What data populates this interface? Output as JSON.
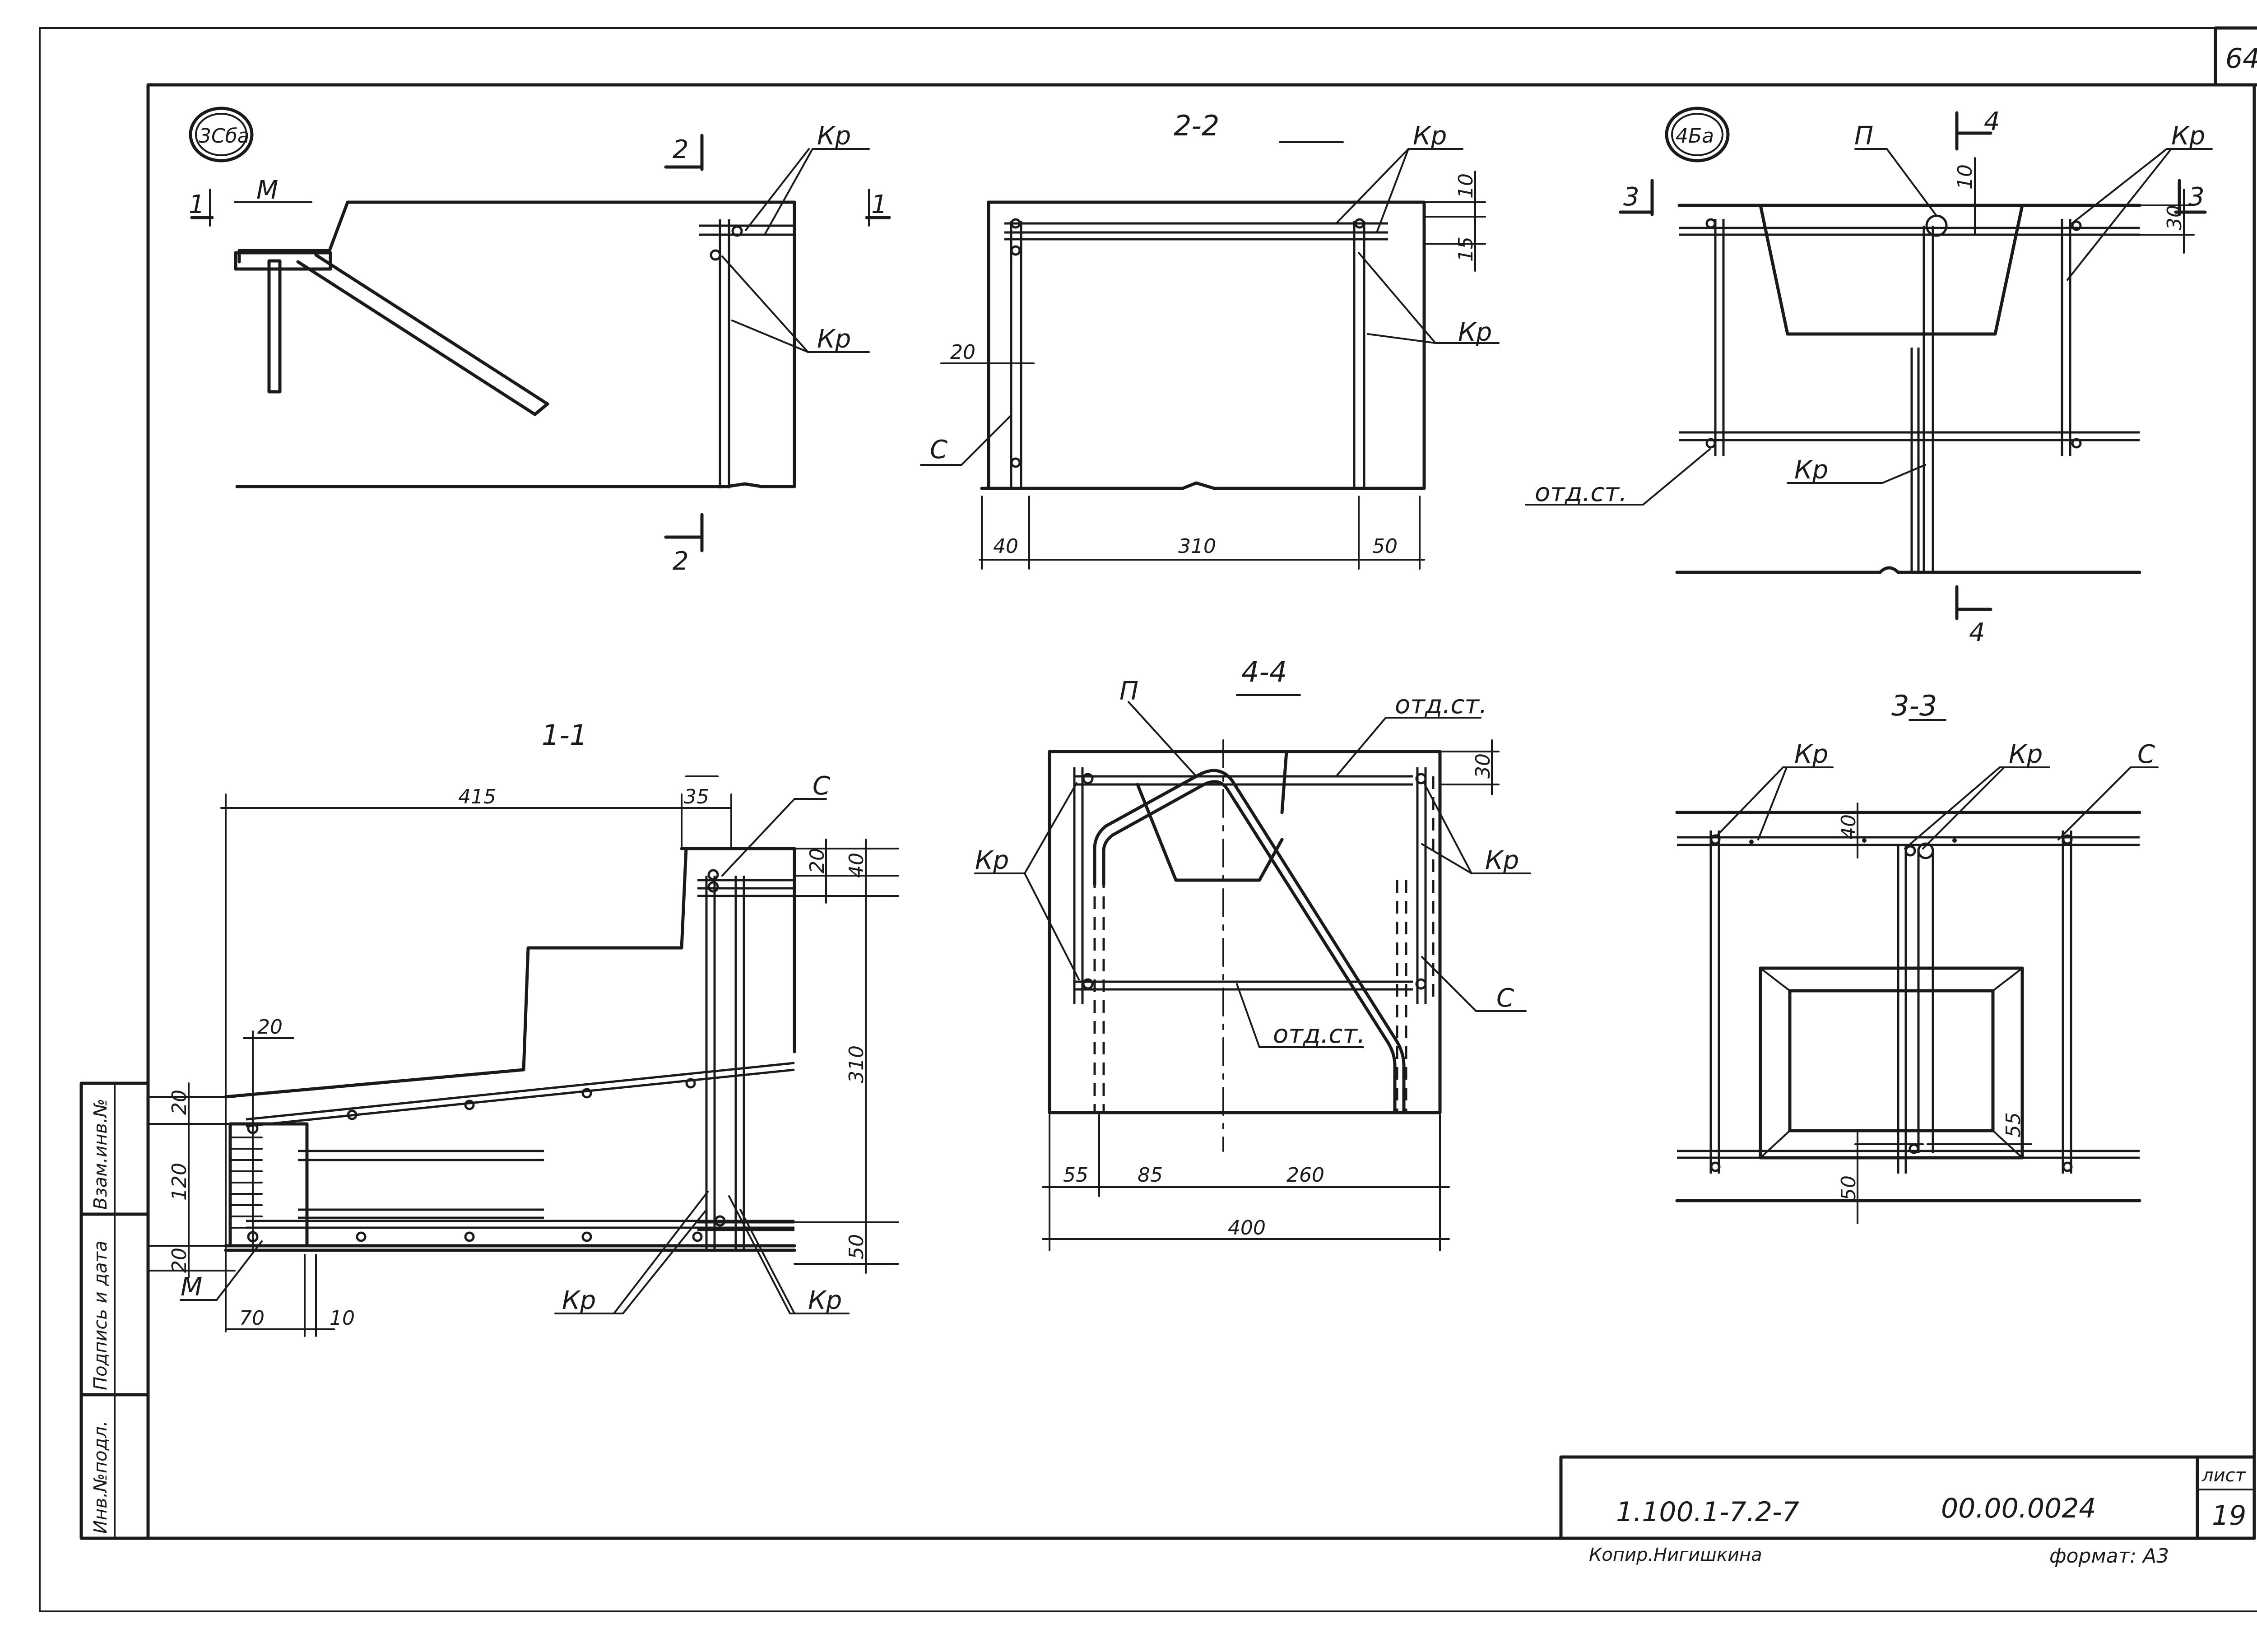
{
  "sheet": {
    "page_number": "64",
    "designation": "1.100.1-7.2-7",
    "code": "00.00.0024",
    "sheet_label": "лист",
    "sheet_number": "19",
    "copied_by": "Копир.Нигишкина",
    "format": "формат: А3"
  },
  "side_stamp": {
    "cell1": "Инв.№подл.",
    "cell2": "Подпись и дата",
    "cell3": "Взам.инв.№"
  },
  "details": {
    "d1": "3Сбa",
    "d2": "4Бa"
  },
  "sections": {
    "s22": "2-2",
    "s44": "4-4",
    "s11": "1-1",
    "s33": "3-3"
  },
  "cut_marks": {
    "one": "1",
    "two": "2",
    "three": "3",
    "four": "4"
  },
  "labels": {
    "kr": "Кр",
    "m": "М",
    "c": "С",
    "p": "П",
    "otd": "отд.ст."
  },
  "dims": {
    "s22": {
      "d10": "10",
      "d15": "15",
      "d20": "20",
      "d40": "40",
      "d310": "310",
      "d50": "50"
    },
    "s4b": {
      "d10": "10",
      "d30": "30"
    },
    "s11": {
      "d415": "415",
      "d35": "35",
      "d20a": "20",
      "d40": "40",
      "d310": "310",
      "d20b": "20",
      "d20c": "20",
      "d120": "120",
      "d20d": "20",
      "d50": "50",
      "d70": "70",
      "d10": "10"
    },
    "s44": {
      "d30": "30",
      "d55": "55",
      "d85": "85",
      "d260": "260",
      "d400": "400"
    },
    "s33": {
      "d40": "40",
      "d55": "55",
      "d50": "50"
    }
  }
}
